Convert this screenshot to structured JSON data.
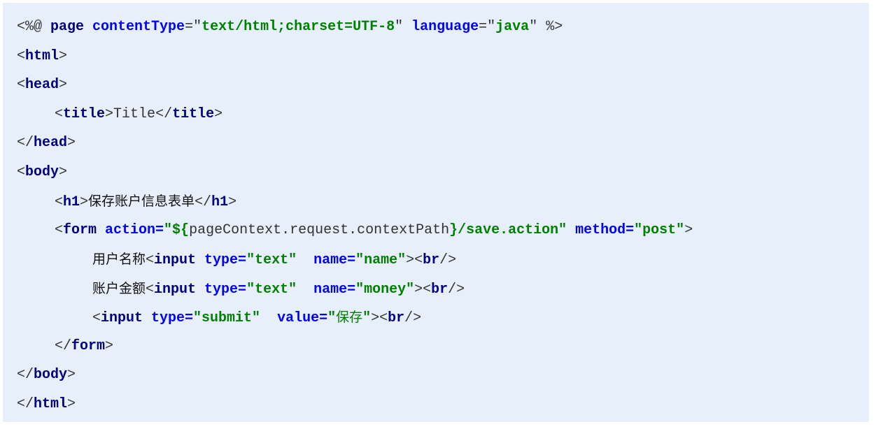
{
  "colors": {
    "background": "#e6effa",
    "tag": "#000080",
    "attribute": "#0000ff",
    "string": "#008000",
    "plain": "#333333"
  },
  "lines": [
    {
      "indent": 0,
      "tokens": [
        {
          "t": "punct",
          "v": "<%@ "
        },
        {
          "t": "kw",
          "v": "page "
        },
        {
          "t": "attr",
          "v": "contentType"
        },
        {
          "t": "punct",
          "v": "=\""
        },
        {
          "t": "str",
          "v": "text/html;charset=UTF-8"
        },
        {
          "t": "punct",
          "v": "\" "
        },
        {
          "t": "attr",
          "v": "language"
        },
        {
          "t": "punct",
          "v": "=\""
        },
        {
          "t": "str",
          "v": "java"
        },
        {
          "t": "punct",
          "v": "\" %>"
        }
      ]
    },
    {
      "indent": 0,
      "tokens": [
        {
          "t": "punct",
          "v": "<"
        },
        {
          "t": "tag",
          "v": "html"
        },
        {
          "t": "punct",
          "v": ">"
        }
      ]
    },
    {
      "indent": 0,
      "tokens": [
        {
          "t": "punct",
          "v": "<"
        },
        {
          "t": "tag",
          "v": "head"
        },
        {
          "t": "punct",
          "v": ">"
        }
      ]
    },
    {
      "indent": 1,
      "tokens": [
        {
          "t": "punct",
          "v": "<"
        },
        {
          "t": "tag",
          "v": "title"
        },
        {
          "t": "punct",
          "v": ">"
        },
        {
          "t": "text",
          "v": "Title"
        },
        {
          "t": "punct",
          "v": "</"
        },
        {
          "t": "tag",
          "v": "title"
        },
        {
          "t": "punct",
          "v": ">"
        }
      ]
    },
    {
      "indent": 0,
      "tokens": [
        {
          "t": "punct",
          "v": "</"
        },
        {
          "t": "tag",
          "v": "head"
        },
        {
          "t": "punct",
          "v": ">"
        }
      ]
    },
    {
      "indent": 0,
      "tokens": [
        {
          "t": "punct",
          "v": "<"
        },
        {
          "t": "tag",
          "v": "body"
        },
        {
          "t": "punct",
          "v": ">"
        }
      ]
    },
    {
      "indent": 1,
      "tokens": [
        {
          "t": "punct",
          "v": "<"
        },
        {
          "t": "tag",
          "v": "h1"
        },
        {
          "t": "punct",
          "v": ">"
        },
        {
          "t": "cjk",
          "v": "保存账户信息表单"
        },
        {
          "t": "punct",
          "v": "</"
        },
        {
          "t": "tag",
          "v": "h1"
        },
        {
          "t": "punct",
          "v": ">"
        }
      ]
    },
    {
      "indent": 1,
      "tokens": [
        {
          "t": "punct",
          "v": "<"
        },
        {
          "t": "tag",
          "v": "form "
        },
        {
          "t": "attr",
          "v": "action="
        },
        {
          "t": "str",
          "v": "\"${"
        },
        {
          "t": "text",
          "v": "pageContext.request.contextPath"
        },
        {
          "t": "str",
          "v": "}/save.action\" "
        },
        {
          "t": "attr",
          "v": "method="
        },
        {
          "t": "str",
          "v": "\"post\""
        },
        {
          "t": "punct",
          "v": ">"
        }
      ]
    },
    {
      "indent": 2,
      "tokens": [
        {
          "t": "cjk",
          "v": "用户名称"
        },
        {
          "t": "punct",
          "v": "<"
        },
        {
          "t": "tag",
          "v": "input "
        },
        {
          "t": "attr",
          "v": "type="
        },
        {
          "t": "str",
          "v": "\"text\"  "
        },
        {
          "t": "attr",
          "v": "name="
        },
        {
          "t": "str",
          "v": "\"name\""
        },
        {
          "t": "punct",
          "v": "><"
        },
        {
          "t": "tag",
          "v": "br"
        },
        {
          "t": "punct",
          "v": "/>"
        }
      ]
    },
    {
      "indent": 2,
      "tokens": [
        {
          "t": "cjk",
          "v": "账户金额"
        },
        {
          "t": "punct",
          "v": "<"
        },
        {
          "t": "tag",
          "v": "input "
        },
        {
          "t": "attr",
          "v": "type="
        },
        {
          "t": "str",
          "v": "\"text\"  "
        },
        {
          "t": "attr",
          "v": "name="
        },
        {
          "t": "str",
          "v": "\"money\""
        },
        {
          "t": "punct",
          "v": "><"
        },
        {
          "t": "tag",
          "v": "br"
        },
        {
          "t": "punct",
          "v": "/>"
        }
      ]
    },
    {
      "indent": 2,
      "tokens": [
        {
          "t": "punct",
          "v": "<"
        },
        {
          "t": "tag",
          "v": "input "
        },
        {
          "t": "attr",
          "v": "type="
        },
        {
          "t": "str",
          "v": "\"submit\"  "
        },
        {
          "t": "attr",
          "v": "value="
        },
        {
          "t": "str",
          "v": "\""
        },
        {
          "t": "cjkstr",
          "v": "保存"
        },
        {
          "t": "str",
          "v": "\""
        },
        {
          "t": "punct",
          "v": "><"
        },
        {
          "t": "tag",
          "v": "br"
        },
        {
          "t": "punct",
          "v": "/>"
        }
      ]
    },
    {
      "indent": 1,
      "tokens": [
        {
          "t": "punct",
          "v": "</"
        },
        {
          "t": "tag",
          "v": "form"
        },
        {
          "t": "punct",
          "v": ">"
        }
      ]
    },
    {
      "indent": 0,
      "tokens": [
        {
          "t": "punct",
          "v": "</"
        },
        {
          "t": "tag",
          "v": "body"
        },
        {
          "t": "punct",
          "v": ">"
        }
      ]
    },
    {
      "indent": 0,
      "tokens": [
        {
          "t": "punct",
          "v": "</"
        },
        {
          "t": "tag",
          "v": "html"
        },
        {
          "t": "punct",
          "v": ">"
        }
      ]
    }
  ]
}
